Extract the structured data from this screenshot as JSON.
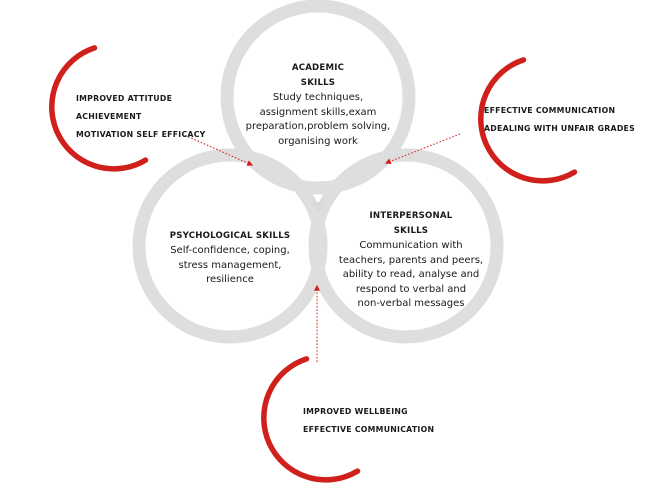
{
  "colors": {
    "ring_gray": "#dedede",
    "ring_red": "#d0201c",
    "arrow_red": "#d0201c",
    "text": "#1a1a1a"
  },
  "skills": {
    "academic": {
      "title": [
        "ACADEMIC",
        "SKILLS"
      ],
      "body": [
        "Study techniques,",
        "assignment skills,exam",
        "preparation,problem solving,",
        "organising work"
      ]
    },
    "psychological": {
      "title": [
        "PSYCHOLOGICAL SKILLS"
      ],
      "body": [
        "Self-confidence, coping,",
        "stress management,",
        "resilience"
      ]
    },
    "interpersonal": {
      "title": [
        "INTERPERSONAL",
        "SKILLS"
      ],
      "body": [
        "Communication with",
        "teachers, parents and peers,",
        "ability to read, analyse and",
        "respond to verbal and",
        "non-verbal messages"
      ]
    }
  },
  "outcomes": {
    "left": [
      "IMPROVED ATTITUDE",
      "ACHIEVEMENT",
      "MOTIVATION SELF EFFICACY"
    ],
    "right": [
      "EFFECTIVE COMMUNICATION",
      "ADEALING WITH UNFAIR GRADES"
    ],
    "bottom": [
      "IMPROVED WELLBEING",
      "EFFECTIVE COMMUNICATION"
    ]
  }
}
